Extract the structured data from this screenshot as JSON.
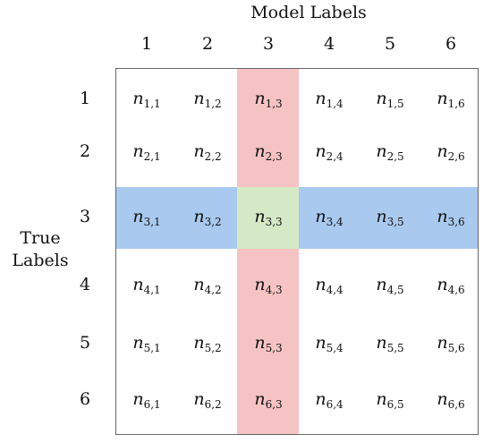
{
  "title": "Model Labels",
  "row_axis_label": [
    "True",
    "Labels"
  ],
  "column_labels": [
    "1",
    "2",
    "3",
    "4",
    "5",
    "6"
  ],
  "row_labels": [
    "1",
    "2",
    "3",
    "4",
    "5",
    "6"
  ],
  "highlight": {
    "row": 3,
    "column": 3
  },
  "colors": {
    "column_highlight": "#f6c3c4",
    "row_highlight": "#a9c9ee",
    "intersection": "#d5e9c6",
    "border": "#666666",
    "text": "#111111"
  },
  "cells": [
    [
      {
        "n": "n",
        "i": "1,1"
      },
      {
        "n": "n",
        "i": "1,2"
      },
      {
        "n": "n",
        "i": "1,3"
      },
      {
        "n": "n",
        "i": "1,4"
      },
      {
        "n": "n",
        "i": "1,5"
      },
      {
        "n": "n",
        "i": "1,6"
      }
    ],
    [
      {
        "n": "n",
        "i": "2,1"
      },
      {
        "n": "n",
        "i": "2,2"
      },
      {
        "n": "n",
        "i": "2,3"
      },
      {
        "n": "n",
        "i": "2,4"
      },
      {
        "n": "n",
        "i": "2,5"
      },
      {
        "n": "n",
        "i": "2,6"
      }
    ],
    [
      {
        "n": "n",
        "i": "3,1"
      },
      {
        "n": "n",
        "i": "3,2"
      },
      {
        "n": "n",
        "i": "3,3"
      },
      {
        "n": "n",
        "i": "3,4"
      },
      {
        "n": "n",
        "i": "3,5"
      },
      {
        "n": "n",
        "i": "3,6"
      }
    ],
    [
      {
        "n": "n",
        "i": "4,1"
      },
      {
        "n": "n",
        "i": "4,2"
      },
      {
        "n": "n",
        "i": "4,3"
      },
      {
        "n": "n",
        "i": "4,4"
      },
      {
        "n": "n",
        "i": "4,5"
      },
      {
        "n": "n",
        "i": "4,6"
      }
    ],
    [
      {
        "n": "n",
        "i": "5,1"
      },
      {
        "n": "n",
        "i": "5,2"
      },
      {
        "n": "n",
        "i": "5,3"
      },
      {
        "n": "n",
        "i": "5,4"
      },
      {
        "n": "n",
        "i": "5,5"
      },
      {
        "n": "n",
        "i": "5,6"
      }
    ],
    [
      {
        "n": "n",
        "i": "6,1"
      },
      {
        "n": "n",
        "i": "6,2"
      },
      {
        "n": "n",
        "i": "6,3"
      },
      {
        "n": "n",
        "i": "6,4"
      },
      {
        "n": "n",
        "i": "6,5"
      },
      {
        "n": "n",
        "i": "6,6"
      }
    ]
  ]
}
